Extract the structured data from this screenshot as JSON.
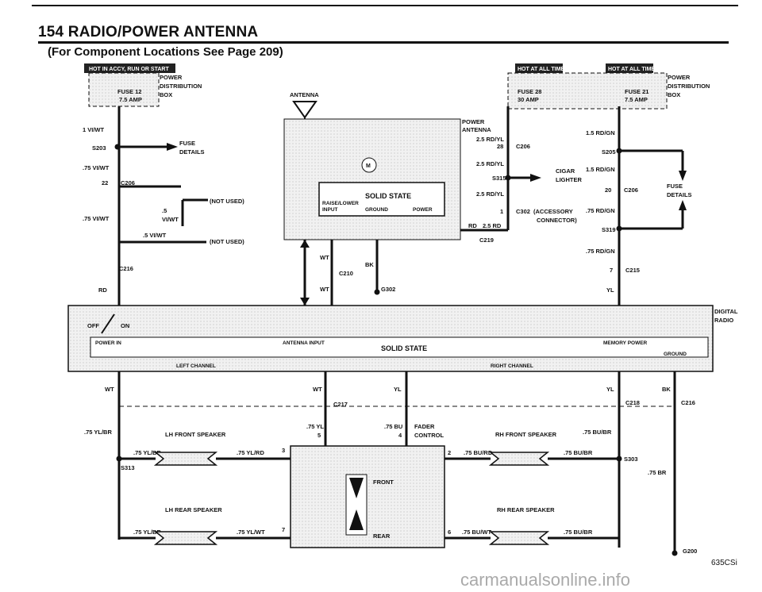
{
  "header": {
    "title": "154 RADIO/POWER ANTENNA",
    "subtitle": "(For Component Locations See Page 209)"
  },
  "banners": {
    "hot_accy": "HOT IN ACCY, RUN OR START",
    "hot_all_1": "HOT AT ALL TIMES",
    "hot_all_2": "HOT AT ALL TIMES"
  },
  "fuses": {
    "fuse12": "FUSE 12",
    "fuse12_amp": "7.5 AMP",
    "fuse28": "FUSE 28",
    "fuse28_amp": "30 AMP",
    "fuse21": "FUSE 21",
    "fuse21_amp": "7.5 AMP",
    "power_dist_1": "POWER",
    "power_dist_2": "DISTRIBUTION",
    "power_dist_3": "BOX",
    "fuse_details": "FUSE",
    "fuse_details_2": "DETAILS"
  },
  "components": {
    "antenna": "ANTENNA",
    "power_antenna_1": "POWER",
    "power_antenna_2": "ANTENNA",
    "solid_state": "SOLID STATE",
    "raise_lower_1": "RAISE/LOWER",
    "raise_lower_2": "INPUT",
    "ground": "GROUND",
    "power": "POWER",
    "cigar_1": "CIGAR",
    "cigar_2": "LIGHTER",
    "accessory_1": "(ACCESSORY",
    "accessory_2": "CONNECTOR)",
    "not_used_1": "(NOT USED)",
    "not_used_2": "(NOT USED)",
    "digital_1": "DIGITAL",
    "digital_2": "RADIO",
    "power_in": "POWER IN",
    "antenna_input": "ANTENNA INPUT",
    "memory_power": "MEMORY POWER",
    "radio_solid_state": "SOLID STATE",
    "radio_ground": "GROUND",
    "left_channel": "LEFT  CHANNEL",
    "right_channel": "RIGHT CHANNEL",
    "off": "OFF",
    "on": "ON",
    "fader_1": "FADER",
    "fader_2": "CONTROL",
    "front": "FRONT",
    "rear": "REAR",
    "lh_front": "LH FRONT SPEAKER",
    "lh_rear": "LH REAR SPEAKER",
    "rh_front": "RH FRONT SPEAKER",
    "rh_rear": "RH REAR SPEAKER"
  },
  "wires": {
    "w1": "1 VI/WT",
    "w2": ".75 VI/WT",
    "w3": ".75 VI/WT",
    "w4": ".5",
    "w5": "VI/WT",
    "w6": ".5 VI/WT",
    "w7": "2.5 RD/YL",
    "w8": "2.5 RD/YL",
    "w9": "2.5 RD/YL",
    "w10": "1.5 RD/GN",
    "w11": "1.5 RD/GN",
    "w12": ".75 RD/GN",
    "w13": ".75 RD/GN",
    "w14": "RD",
    "w15": "2.5 RD",
    "w16": "RD",
    "w17": "WT",
    "w18": "WT",
    "w19": "BK",
    "w20": "YL",
    "w21": "WT",
    "w22": "WT",
    "w23": "YL",
    "w24": "YL",
    "w25": "BK",
    "w26": ".75 YL/BR",
    "w27": ".75 YL",
    "w28": ".75 BU",
    "w29": ".75 BU/BR",
    "w30": ".75 YL/BR",
    "w31": ".75 YL/RD",
    "w32": ".75 BU/RD",
    "w33": ".75 BU/BR",
    "w34": ".75 BR",
    "w35": ".75 YL/BR",
    "w36": ".75 YL/WT",
    "w37": ".75 BU/WT",
    "w38": ".75 BU/BR"
  },
  "connectors": {
    "s203": "S203",
    "c206a": "C206",
    "n22": "22",
    "c216a": "C216",
    "c206b": "C206",
    "n28": "28",
    "s315": "S315",
    "c302": "C302",
    "n1": "1",
    "c219": "C219",
    "c210": "C210",
    "g302": "G302",
    "s205": "S205",
    "c206c": "C206",
    "n20": "20",
    "s319": "S319",
    "c215": "C215",
    "n7": "7",
    "c217": "C217",
    "c218": "C218",
    "c216b": "C216",
    "n5": "5",
    "n4": "4",
    "n3": "3",
    "n7b": "7",
    "n2": "2",
    "n6": "6",
    "s313": "S313",
    "s303": "S303",
    "g200": "G200"
  },
  "footer": {
    "model": "635CSi",
    "watermark": "carmanualsonline.info"
  }
}
